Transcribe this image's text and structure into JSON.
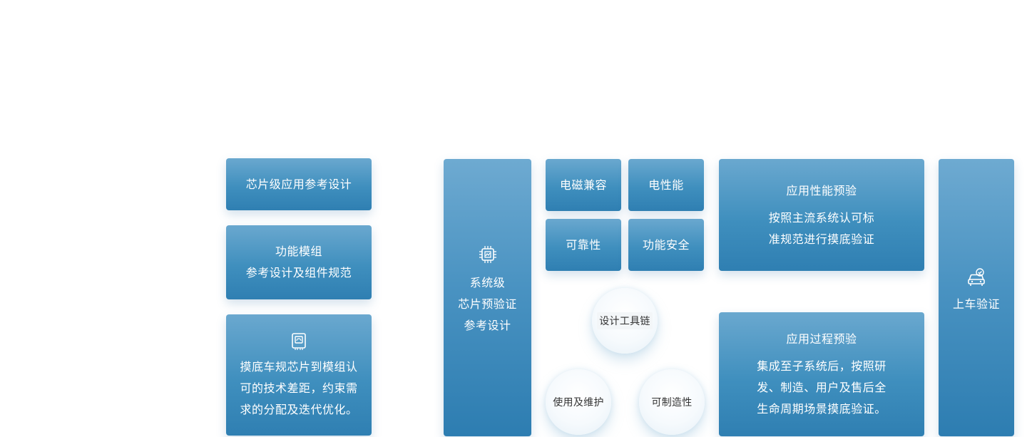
{
  "left_column": {
    "card1": "芯片级应用参考设计",
    "card2": [
      "功能模组",
      "参考设计及组件规范"
    ],
    "card3": {
      "icon": "chip-module-icon",
      "lines": [
        "摸底车规芯片到模组认",
        "可的技术差距，约束需",
        "求的分配及迭代优化。"
      ]
    }
  },
  "system_card": {
    "icon": "chip-icon",
    "lines": [
      "系统级",
      "芯片预验证",
      "参考设计"
    ]
  },
  "small_cards": [
    "电磁兼容",
    "电性能",
    "可靠性",
    "功能安全"
  ],
  "circles": [
    "设计工具链",
    "使用及维护",
    "可制造性"
  ],
  "app_performance": {
    "title": "应用性能预验",
    "lines": [
      "按照主流系统认可标",
      "准规范进行摸底验证"
    ]
  },
  "app_process": {
    "title": "应用过程预验",
    "lines": [
      "集成至子系统后，按照研",
      "发、制造、用户及售后全",
      "生命周期场景摸底验证。"
    ]
  },
  "vehicle_card": {
    "icon": "car-check-icon",
    "label": "上车验证"
  },
  "colors": {
    "card_top": "#6aa8cf",
    "card_bottom": "#2f7fb2",
    "circle_text": "#333333"
  }
}
